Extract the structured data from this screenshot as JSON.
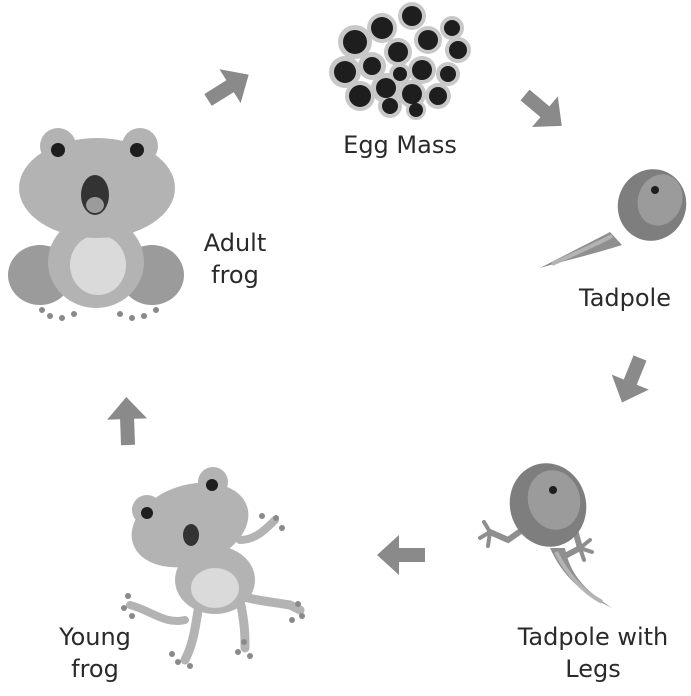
{
  "stages": {
    "egg_mass": "Egg Mass",
    "tadpole": "Tadpole",
    "tadpole_with_legs_1": "Tadpole with",
    "tadpole_with_legs_2": "Legs",
    "young_frog_1": "Young",
    "young_frog_2": "frog",
    "adult_frog_1": "Adult",
    "adult_frog_2": "frog"
  },
  "colors": {
    "body_light": "#b3b3b3",
    "body_mid": "#9b9b9b",
    "body_dark": "#7e7e7e",
    "belly": "#dadada",
    "egg_dark": "#1e1e1e",
    "egg_halo": "#c8c8c8",
    "arrow": "#8a8a8a",
    "text": "#2a2a2a"
  }
}
